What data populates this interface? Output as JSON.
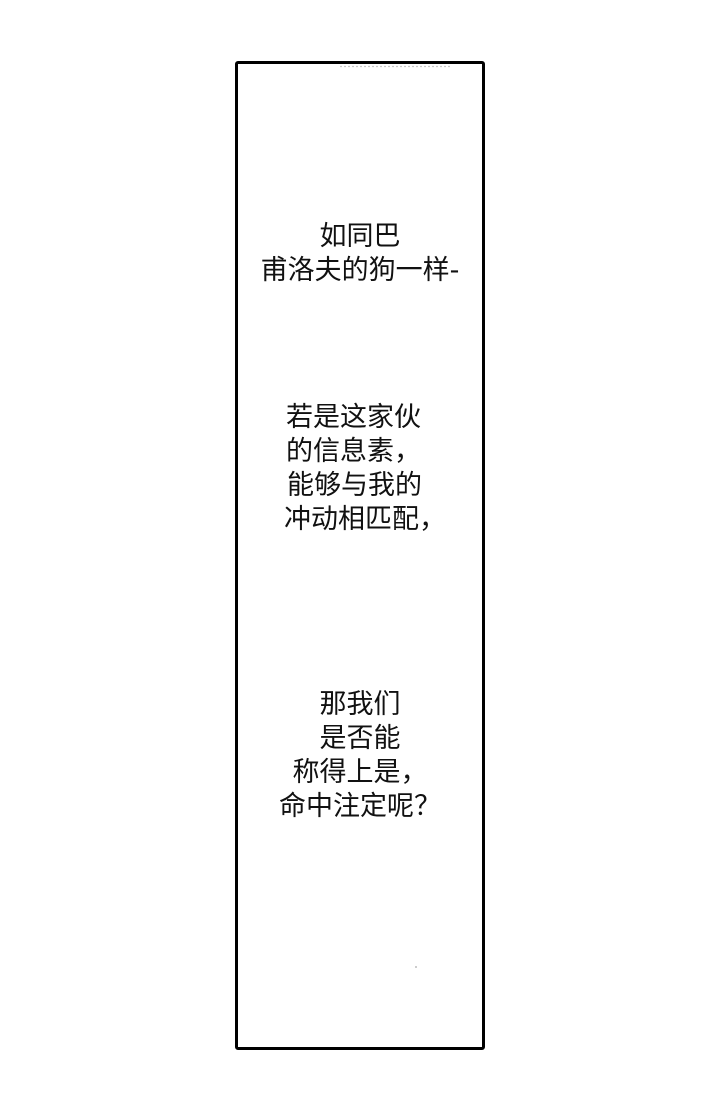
{
  "panel": {
    "border_color": "#000000",
    "background": "#ffffff"
  },
  "captions": [
    {
      "lines": [
        "如同巴",
        "甫洛夫的狗一样-"
      ]
    },
    {
      "lines": [
        "若是这家伙",
        "的信息素，",
        "能够与我的",
        "冲动相匹配，"
      ]
    },
    {
      "lines": [
        "那我们",
        "是否能",
        "称得上是，",
        "命中注定呢？"
      ]
    }
  ]
}
